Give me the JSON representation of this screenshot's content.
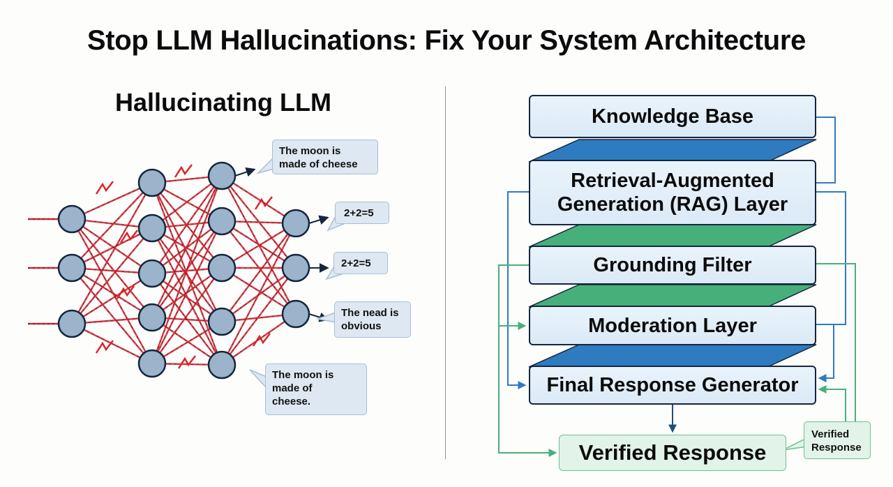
{
  "title": "Stop LLM Hallucinations: Fix Your System Architecture",
  "left_panel": {
    "heading": "Hallucinating LLM",
    "network": {
      "layers": [
        3,
        5,
        5,
        3
      ],
      "node_color": "#9bb4cc",
      "node_stroke": "#14263d",
      "edge_color": "#d9262c",
      "edge_dash_color": "#1f2f55"
    },
    "bubbles": [
      {
        "text": "The moon is made of cheese",
        "lines": [
          "The moon is",
          "made of cheese"
        ]
      },
      {
        "text": "2+2=5",
        "lines": [
          "2+2=5"
        ]
      },
      {
        "text": "2+2=5",
        "lines": [
          "2+2=5"
        ]
      },
      {
        "text": "The nead is obvious",
        "lines": [
          "The nead is",
          "obvious"
        ]
      },
      {
        "text": "The moon is made of cheese.",
        "lines": [
          "The moon is",
          "made of",
          "cheese."
        ]
      }
    ]
  },
  "right_panel": {
    "layers": [
      {
        "label": "Knowledge Base"
      },
      {
        "label": "Retrieval-Augmented Generation (RAG) Layer",
        "lines": [
          "Retrieval-Augmented",
          "Generation (RAG) Layer"
        ]
      },
      {
        "label": "Grounding Filter"
      },
      {
        "label": "Moderation Layer"
      },
      {
        "label": "Final Response Generator"
      }
    ],
    "connectors": [
      "blue",
      "green",
      "green",
      "blue"
    ],
    "output": {
      "label": "Verified Response"
    },
    "output_tag": {
      "lines": [
        "Verified",
        "Response"
      ]
    },
    "colors": {
      "blue": "#2f7bc0",
      "green": "#47b07a",
      "dark_arrow": "#1f4f7f"
    }
  }
}
